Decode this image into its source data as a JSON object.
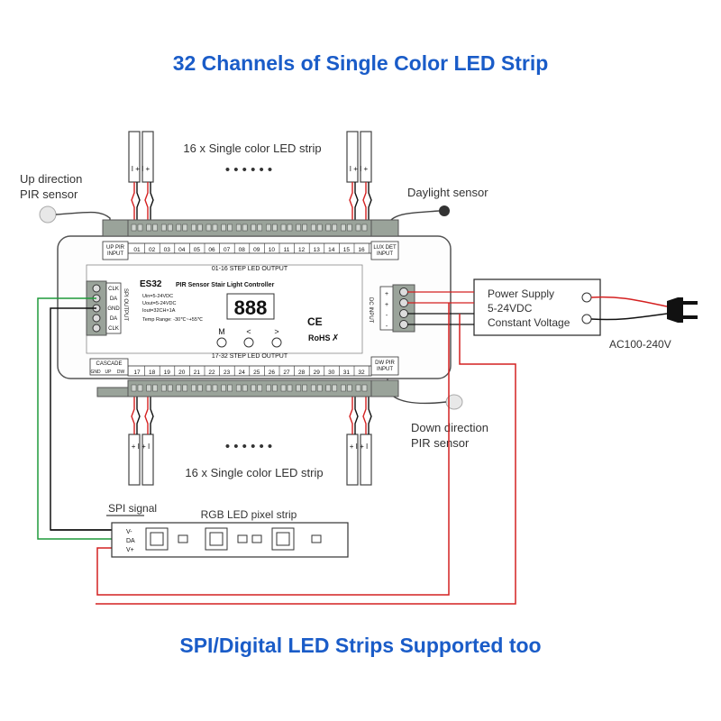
{
  "header": {
    "title": "32 Channels of Single Color LED Strip"
  },
  "footer": {
    "title": "SPI/Digital LED Strips Supported too"
  },
  "labels": {
    "top_strips": "16 x Single color LED strip",
    "bottom_strips": "16 x Single color LED strip",
    "up_pir_l1": "Up direction",
    "up_pir_l2": "PIR sensor",
    "daylight": "Daylight sensor",
    "down_pir_l1": "Down direction",
    "down_pir_l2": "PIR sensor",
    "ac": "AC100-240V",
    "spi_signal": "SPI signal",
    "rgb_strip": "RGB LED pixel strip",
    "dots": "• • • • • •",
    "strip_pol_top": "I + I +",
    "strip_pol_bottom": "+ I + I"
  },
  "power_supply": {
    "l1": "Power Supply",
    "l2": "5-24VDC",
    "l3": "Constant Voltage"
  },
  "controller": {
    "model": "ES32",
    "name": "PIR Sensor Stair Light Controller",
    "spec1": "Uin=5-24VDC",
    "spec2": "Uout=5-24VDC",
    "spec3": "Iout=32CH×1A",
    "spec4": "Temp Range: -30℃~+55℃",
    "btn_m": "M",
    "btn_left": "<",
    "btn_right": ">",
    "display": "888",
    "ce": "CE",
    "rohs": "RoHS",
    "weee": "✗",
    "up_pir": "UP PIR\nINPUT",
    "lux_det": "LUX DET\nINPUT",
    "dw_pir": "DW PIR\nINPUT",
    "cascade": "CASCADE",
    "cascade_pins": [
      "GND",
      "UP",
      "DW"
    ],
    "out_top": "01-16 STEP LED OUTPUT",
    "out_bottom": "17-32 STEP LED OUTPUT",
    "spi_out": "SPI OUTPUT",
    "spi_pins": [
      "CLK",
      "DA",
      "GND",
      "DA",
      "CLK"
    ],
    "dc_input": "DC INPUT",
    "dc_pins": [
      "+",
      "+",
      "-",
      "-"
    ],
    "ch_top": [
      "01",
      "02",
      "03",
      "04",
      "05",
      "06",
      "07",
      "08",
      "09",
      "10",
      "11",
      "12",
      "13",
      "14",
      "15",
      "16"
    ],
    "ch_bottom": [
      "17",
      "18",
      "19",
      "20",
      "21",
      "22",
      "23",
      "24",
      "25",
      "26",
      "27",
      "28",
      "29",
      "30",
      "31",
      "32"
    ]
  },
  "rgb_pins": [
    "V-",
    "DA",
    "V+"
  ],
  "colors": {
    "title": "#1a5cc8",
    "wire_red": "#d42020",
    "wire_green": "#1f9a3a",
    "wire_black": "#111111"
  }
}
